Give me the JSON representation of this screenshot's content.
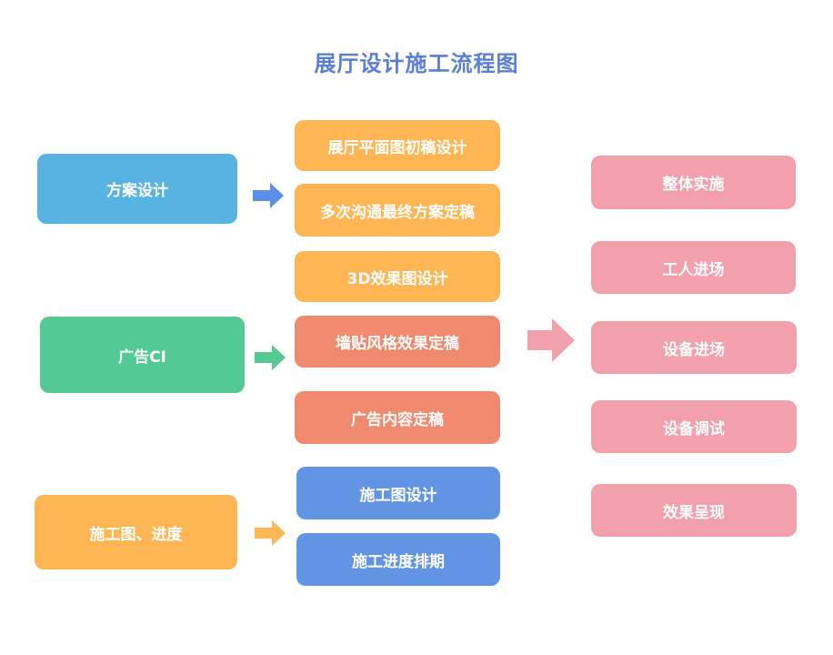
{
  "title": "展厅设计施工流程图",
  "left": {
    "design": "方案设计",
    "ad": "广告CI",
    "construction": "施工图、进度"
  },
  "middle": [
    "展厅平面图初稿设计",
    "多次沟通最终方案定稿",
    "3D效果图设计",
    "墙贴风格效果定稿",
    "广告内容定稿",
    "施工图设计",
    "施工进度排期"
  ],
  "right": [
    "整体实施",
    "工人进场",
    "设备进场",
    "设备调试",
    "效果呈现"
  ],
  "colors": {
    "title": "#5b7fd6",
    "blue_light": "#58b3e3",
    "green": "#53c993",
    "orange": "#fdb653",
    "coral": "#ef8a6e",
    "blue_medium": "#6294e4",
    "pink": "#f2a0ab"
  }
}
